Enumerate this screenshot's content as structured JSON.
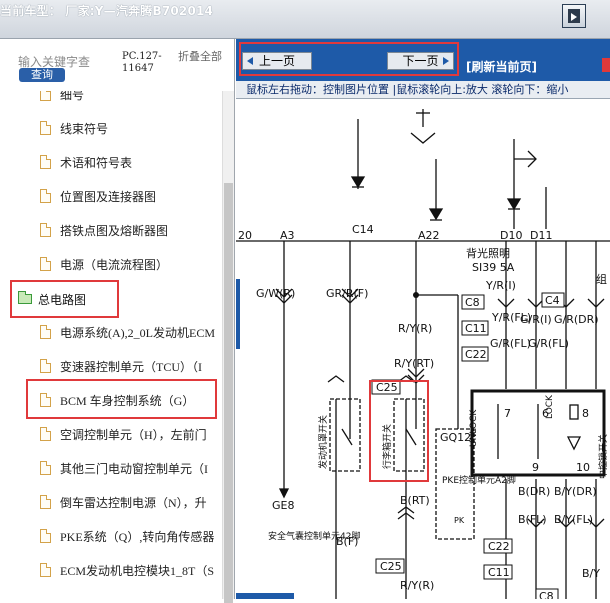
{
  "topbar": {
    "model_text": "当前车型： 厂家:Y—汽奔腾B702014"
  },
  "left": {
    "search_placeholder": "输入关键字查",
    "search_button": "查询",
    "pc_version": "PC.127-11647",
    "collapse_all": "折叠全部",
    "tree": [
      {
        "label": "细号",
        "type": "file"
      },
      {
        "label": "线束符号",
        "type": "file"
      },
      {
        "label": "术语和符号表",
        "type": "file"
      },
      {
        "label": "位置图及连接器图",
        "type": "file"
      },
      {
        "label": "搭铁点图及熔断器图",
        "type": "file"
      },
      {
        "label": "电源（电流流程图）",
        "type": "file"
      },
      {
        "label": "总电路图",
        "type": "folder"
      },
      {
        "label": "电源系统(A),2_0L发动机ECM",
        "type": "file"
      },
      {
        "label": "变速器控制单元（TCU）（I",
        "type": "file"
      },
      {
        "label": "BCM 车身控制系统（G）",
        "type": "file"
      },
      {
        "label": "空调控制单元（H），左前门",
        "type": "file"
      },
      {
        "label": "其他三门电动窗控制单元（I",
        "type": "file"
      },
      {
        "label": "倒车雷达控制电源（N），升",
        "type": "file"
      },
      {
        "label": "PKE系统（Q）,转向角传感器",
        "type": "file"
      },
      {
        "label": "ECM发动机电控模块1_8T（S",
        "type": "file"
      }
    ]
  },
  "viewer": {
    "prev_page": "上一页",
    "next_page": "下一页",
    "refresh": "[刷新当前页]",
    "hint": "鼠标左右拖动：控制图片位置 |鼠标滚轮向上:放大  滚轮向下：缩小"
  },
  "diagram": {
    "pin_labels": [
      "20",
      "A3",
      "C14",
      "A22",
      "D10",
      "D11"
    ],
    "wire_labels": [
      "G/W(R)",
      "GR/R(F)",
      "R/Y(R)",
      "R/Y(RT)",
      "B(RT)",
      "B(F)",
      "R/Y(R)",
      "Y/R(I)",
      "Y/R(FL)",
      "G/R(I)",
      "G/R(FL)",
      "G/R(DR)",
      "G/R(FL)",
      "B(DR)",
      "B/Y(DR)",
      "B(FL)",
      "B/Y(FL)",
      "B/Y"
    ],
    "connectors": [
      "C8",
      "C4",
      "C11",
      "C22",
      "C25",
      "C25",
      "C22",
      "C11",
      "C8"
    ],
    "ground": "GE8",
    "airbag_text": "安全气囊控制单元42脚",
    "switch_left": "发动机罩开关",
    "switch_mid": "行李箱开关",
    "pke_id": "GQ12",
    "pke_text": "PKE控制单元A2脚",
    "pk": "PK",
    "backlight": "背光照明",
    "fuse": "SI39 5A",
    "unlock": "UNLOCK",
    "lock": "LOCK",
    "group": "组",
    "pin_numbers": [
      "7",
      "6",
      "8",
      "9",
      "10"
    ],
    "cut_text": "中控锁开关"
  }
}
